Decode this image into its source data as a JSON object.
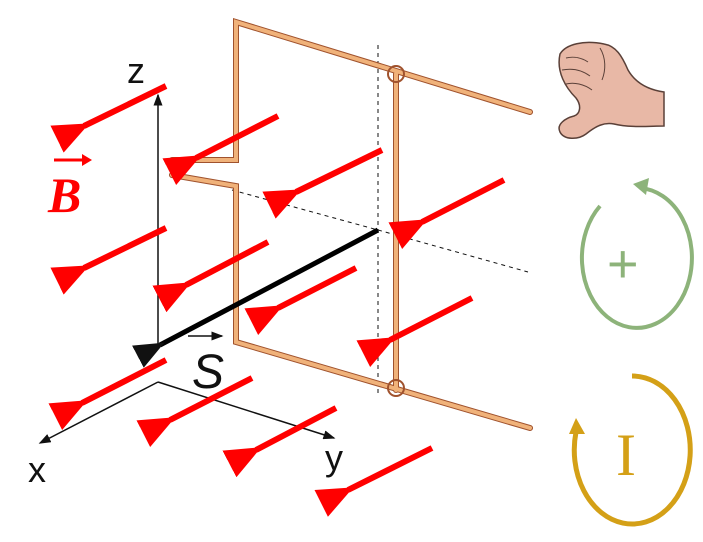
{
  "labels": {
    "field": "B",
    "area_vector": "S",
    "axis_x": "x",
    "axis_y": "y",
    "axis_z": "z",
    "orientation_sign": "+",
    "current": "I"
  },
  "colors": {
    "field_arrows": "#ff0000",
    "wire": "#f0b27a",
    "wire_edge": "#a0522d",
    "plus_circle": "#8db37a",
    "current_circle": "#d4a017",
    "axis": "#111111",
    "rod": "#000000"
  },
  "icons": {
    "hand": "right-hand-rule-icon",
    "plus_rotation": "counterclockwise-arrow-icon",
    "current_rotation": "counterclockwise-arrow-icon"
  }
}
